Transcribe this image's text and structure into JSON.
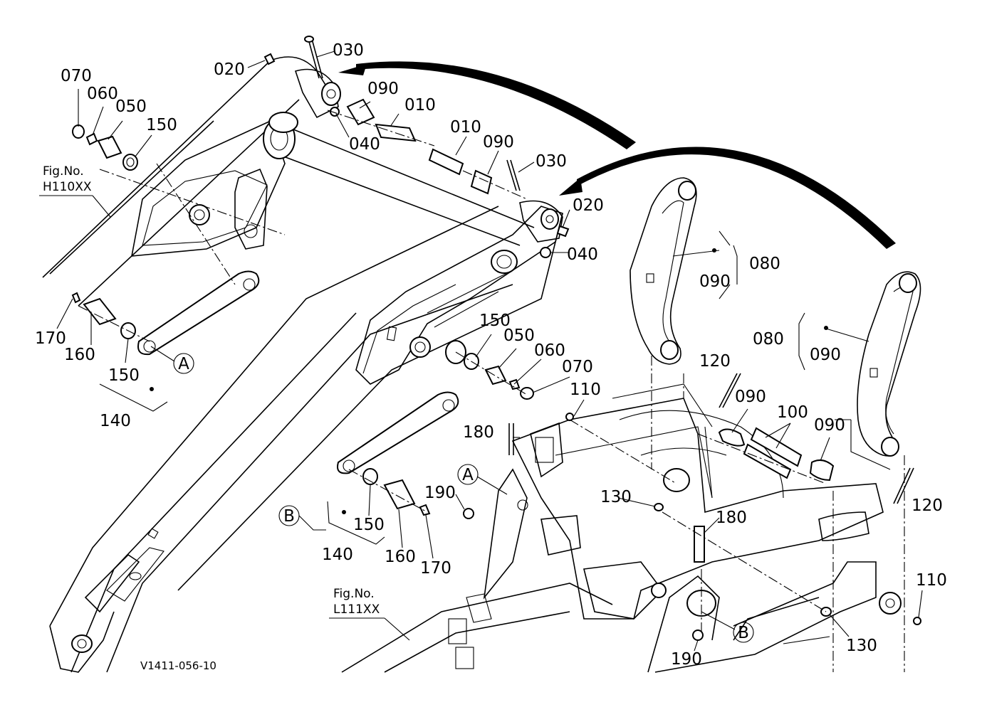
{
  "fig_refs": {
    "upper": {
      "title": "Fig.No.",
      "code": "H110XX"
    },
    "lower": {
      "title": "Fig.No.",
      "code": "L111XX"
    }
  },
  "diagram_code": "V1411-056-10",
  "callouts": {
    "A": "A",
    "B": "B"
  },
  "labels": [
    {
      "id": "p030a",
      "text": "030"
    },
    {
      "id": "p020a",
      "text": "020"
    },
    {
      "id": "p070a",
      "text": "070"
    },
    {
      "id": "p060a",
      "text": "060"
    },
    {
      "id": "p050a",
      "text": "050"
    },
    {
      "id": "p150a",
      "text": "150"
    },
    {
      "id": "p090a",
      "text": "090"
    },
    {
      "id": "p010a",
      "text": "010"
    },
    {
      "id": "p040a",
      "text": "040"
    },
    {
      "id": "p010b",
      "text": "010"
    },
    {
      "id": "p090b",
      "text": "090"
    },
    {
      "id": "p030b",
      "text": "030"
    },
    {
      "id": "p020b",
      "text": "020"
    },
    {
      "id": "p040b",
      "text": "040"
    },
    {
      "id": "p080a",
      "text": "080"
    },
    {
      "id": "p090c",
      "text": "090"
    },
    {
      "id": "p080b",
      "text": "080"
    },
    {
      "id": "p090d",
      "text": "090"
    },
    {
      "id": "p170a",
      "text": "170"
    },
    {
      "id": "p160a",
      "text": "160"
    },
    {
      "id": "p150b",
      "text": "150"
    },
    {
      "id": "p140a",
      "text": "140"
    },
    {
      "id": "p150c",
      "text": "150"
    },
    {
      "id": "p050b",
      "text": "050"
    },
    {
      "id": "p060b",
      "text": "060"
    },
    {
      "id": "p070b",
      "text": "070"
    },
    {
      "id": "p120a",
      "text": "120"
    },
    {
      "id": "p090e",
      "text": "090"
    },
    {
      "id": "p100a",
      "text": "100"
    },
    {
      "id": "p090f",
      "text": "090"
    },
    {
      "id": "p110a",
      "text": "110"
    },
    {
      "id": "p180a",
      "text": "180"
    },
    {
      "id": "p190a",
      "text": "190"
    },
    {
      "id": "p130a",
      "text": "130"
    },
    {
      "id": "p120b",
      "text": "120"
    },
    {
      "id": "p150d",
      "text": "150"
    },
    {
      "id": "p140b",
      "text": "140"
    },
    {
      "id": "p160b",
      "text": "160"
    },
    {
      "id": "p170b",
      "text": "170"
    },
    {
      "id": "p180b",
      "text": "180"
    },
    {
      "id": "p110b",
      "text": "110"
    },
    {
      "id": "p190b",
      "text": "190"
    },
    {
      "id": "p130b",
      "text": "130"
    }
  ]
}
